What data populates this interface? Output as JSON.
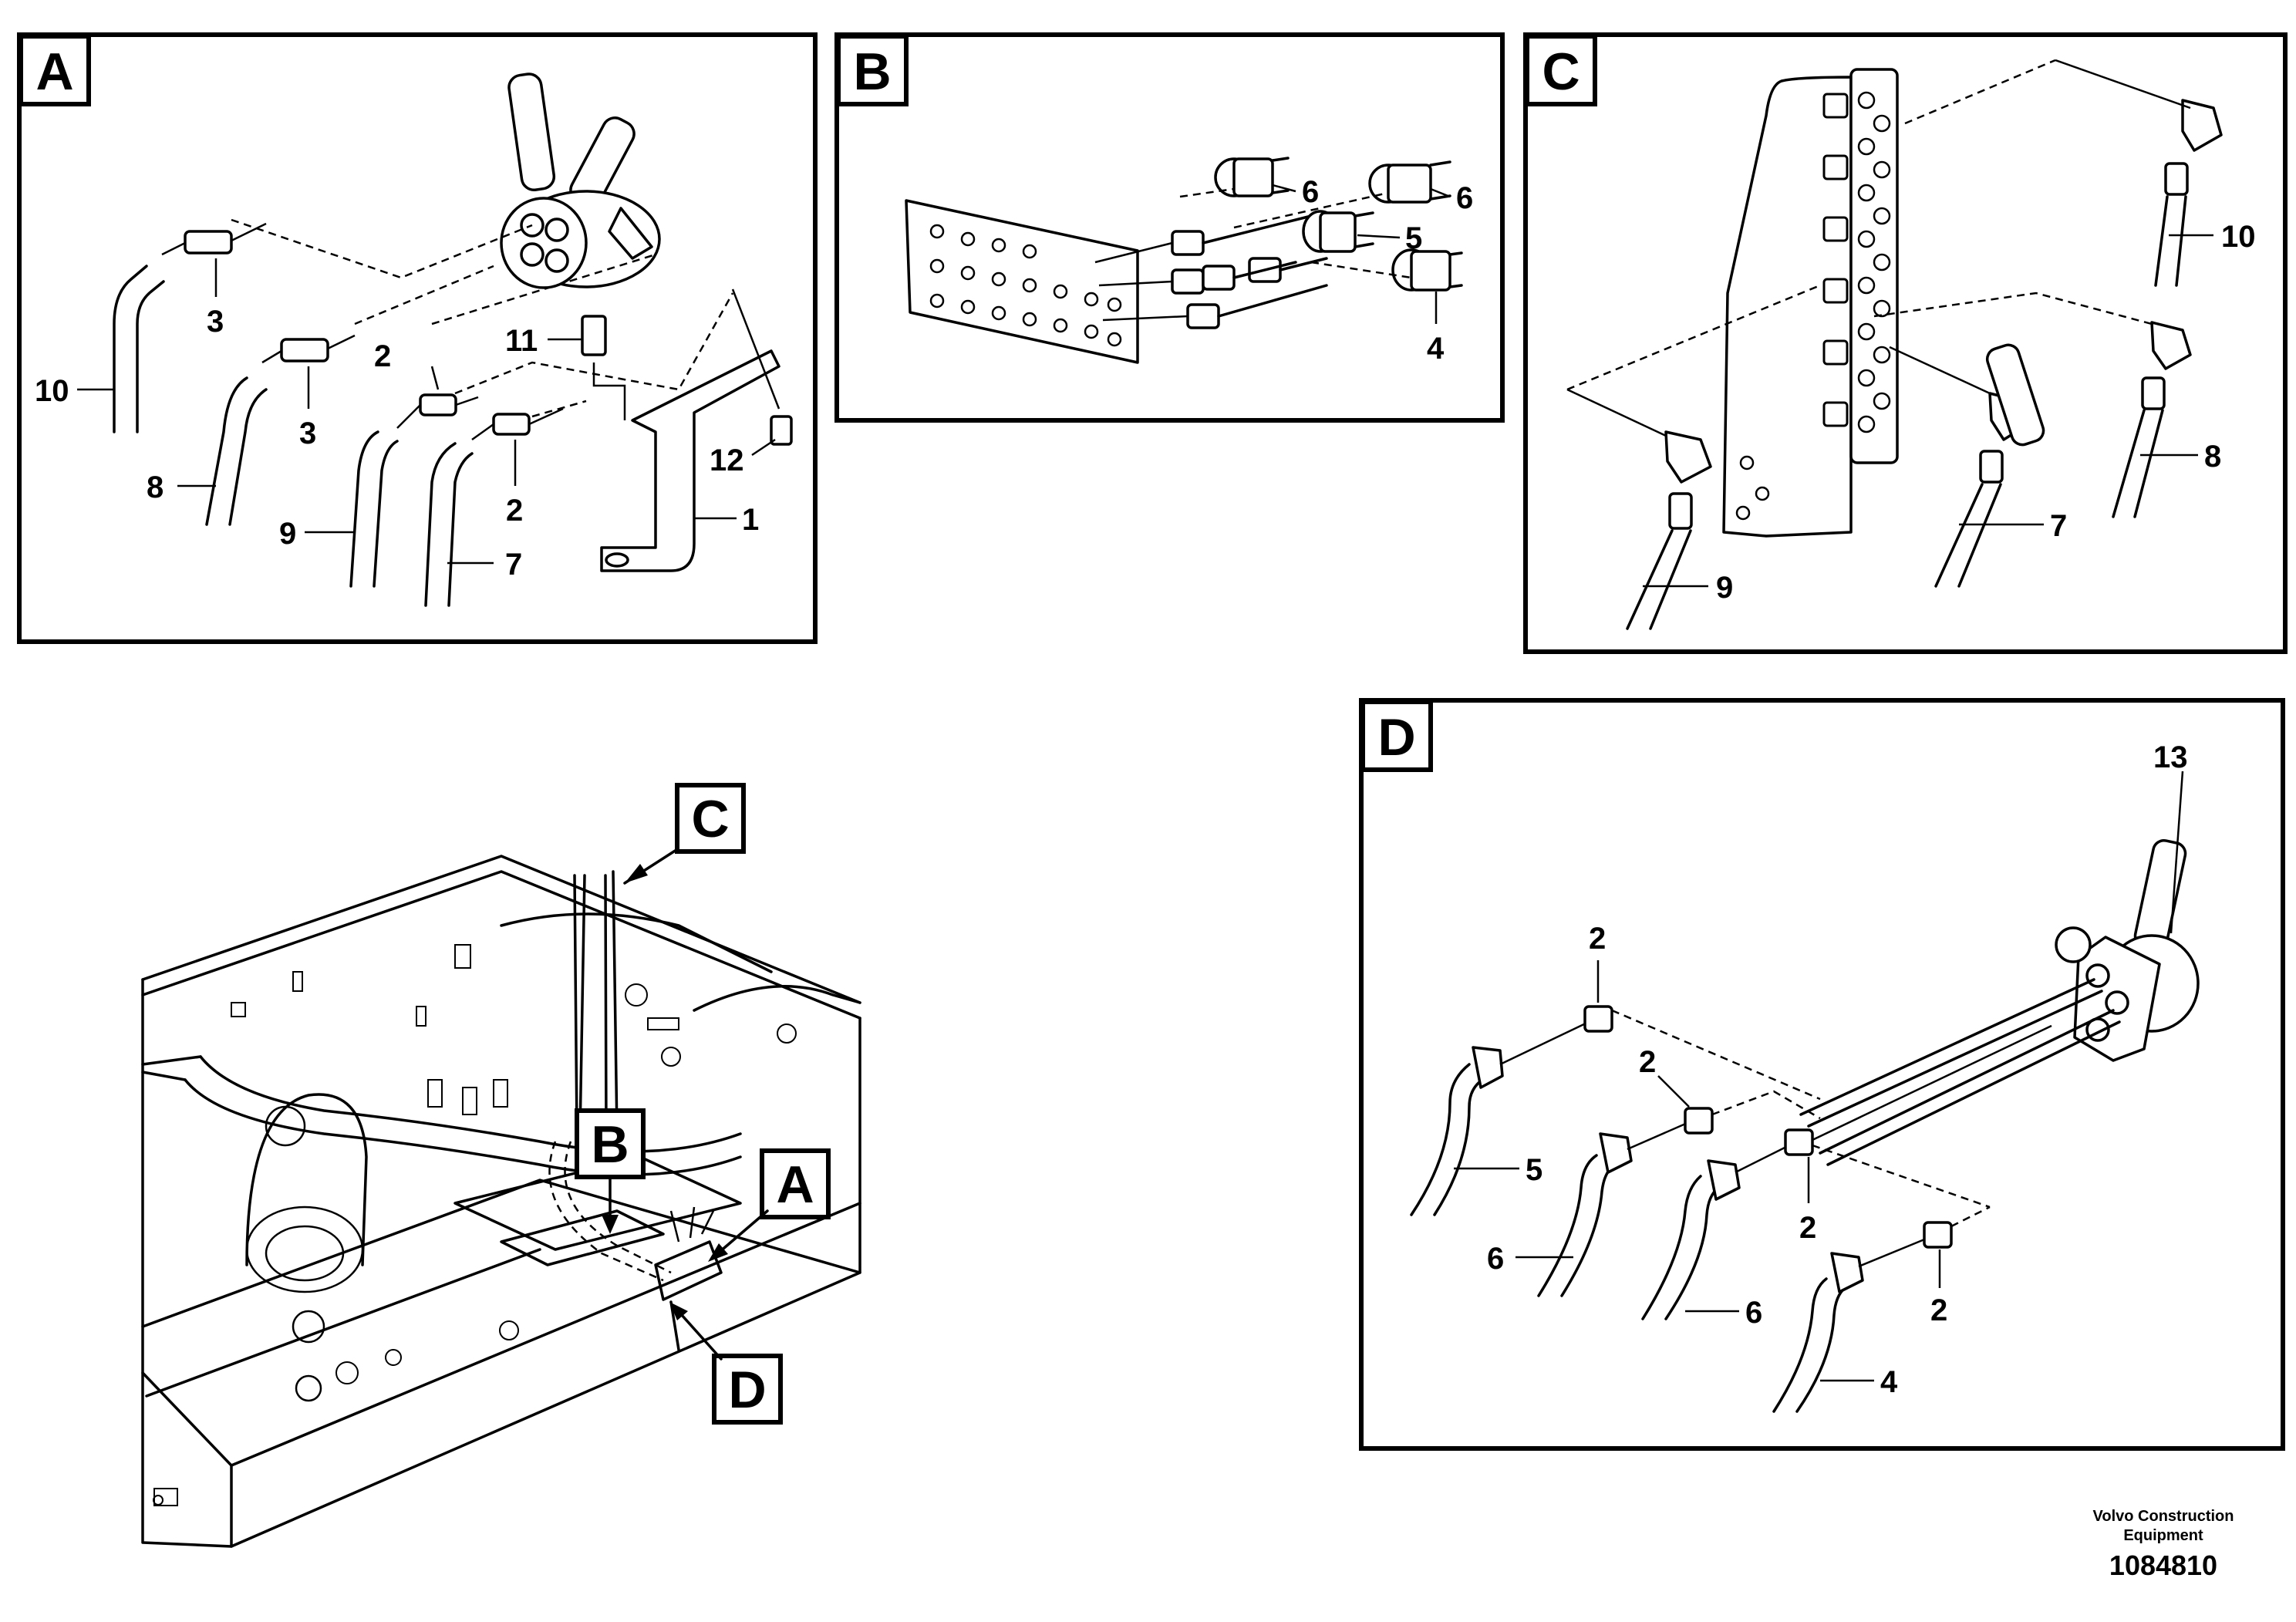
{
  "panels": {
    "A": {
      "label": "A",
      "callouts": {
        "c1": "1",
        "c2a": "2",
        "c2b": "2",
        "c3a": "3",
        "c3b": "3",
        "c7": "7",
        "c8": "8",
        "c9": "9",
        "c10": "10",
        "c11": "11",
        "c12": "12"
      }
    },
    "B": {
      "label": "B",
      "callouts": {
        "c4": "4",
        "c5": "5",
        "c6a": "6",
        "c6b": "6"
      }
    },
    "C": {
      "label": "C",
      "callouts": {
        "c7": "7",
        "c8": "8",
        "c9": "9",
        "c10": "10"
      }
    },
    "D": {
      "label": "D",
      "callouts": {
        "c2a": "2",
        "c2b": "2",
        "c2c": "2",
        "c2d": "2",
        "c4": "4",
        "c5": "5",
        "c6a": "6",
        "c6b": "6",
        "c13": "13"
      }
    }
  },
  "overview": {
    "labels": {
      "A": "A",
      "B": "B",
      "C": "C",
      "D": "D"
    }
  },
  "footer": {
    "company_line1": "Volvo Construction",
    "company_line2": "Equipment",
    "drawing_number": "1084810"
  }
}
